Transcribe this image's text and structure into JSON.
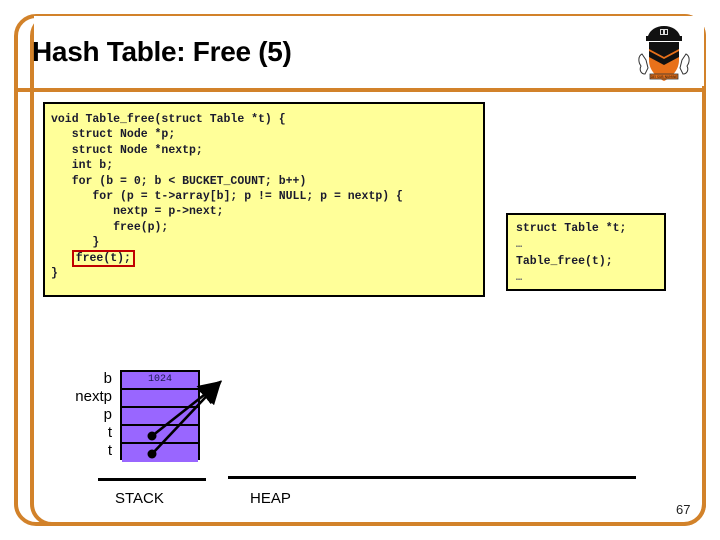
{
  "slide": {
    "title": "Hash Table: Free (5)",
    "page_number": "67",
    "accent_color": "#D2822A",
    "code_bg_color": "#FFFF99",
    "stack_color": "#9966FF",
    "highlight_color": "#C00000",
    "logo_name": "princeton-shield-logo"
  },
  "code_main": {
    "lines": [
      "void Table_free(struct Table *t) {",
      "   struct Node *p;",
      "   struct Node *nextp;",
      "   int b;",
      "   for (b = 0; b < BUCKET_COUNT; b++)",
      "      for (p = t->array[b]; p != NULL; p = nextp) {",
      "         nextp = p->next;",
      "         free(p);",
      "      }",
      "   free(t);",
      "}"
    ],
    "highlighted_line_index": 9,
    "highlighted_text": "free(t);"
  },
  "code_side": {
    "lines": [
      "struct Table *t;",
      "…",
      "Table_free(t);",
      "…"
    ]
  },
  "diagram": {
    "stack_labels": [
      "b",
      "nextp",
      "p",
      "t",
      "t"
    ],
    "stack_values": [
      "1024",
      "",
      "",
      "",
      ""
    ],
    "pointer_rows": [
      3,
      4
    ],
    "region_stack_label": "STACK",
    "region_heap_label": "HEAP"
  }
}
